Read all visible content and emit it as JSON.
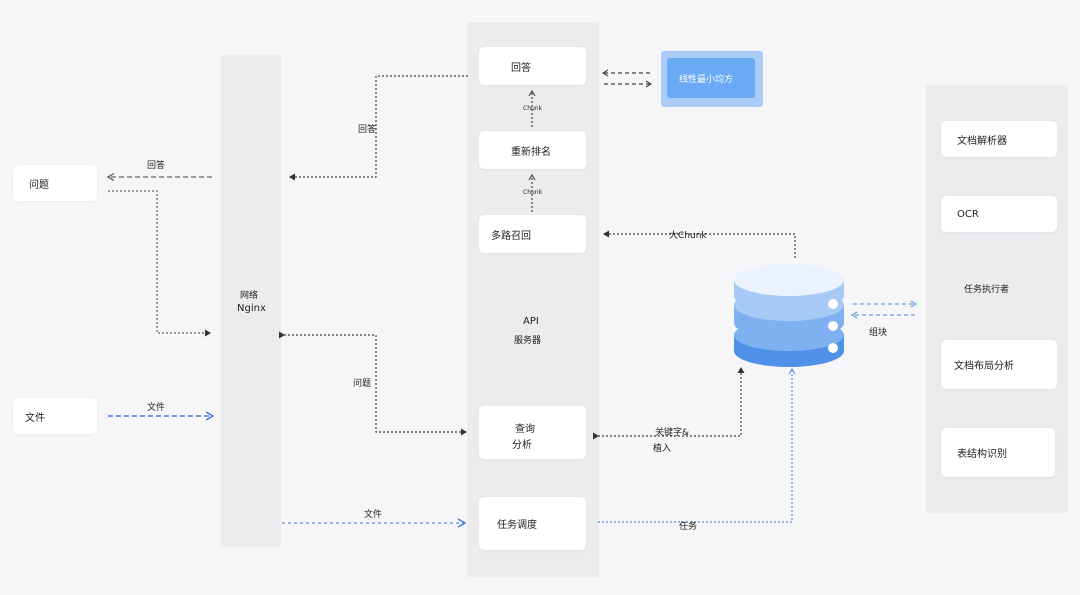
{
  "nodes": {
    "question": "问题",
    "file": "文件",
    "nginx_line1": "网络",
    "nginx_line2": "Nginx",
    "answer": "回答",
    "rerank": "重新排名",
    "multi_recall": "多路召回",
    "api_line1": "API",
    "api_line2": "服务器",
    "query_line1": "查询",
    "query_line2": "分析",
    "task_schedule": "任务调度",
    "lls": "线性最小均方",
    "doc_parser": "文档解析器",
    "ocr": "OCR",
    "task_executor": "任务执行者",
    "layout": "文档布局分析",
    "table": "表结构识别"
  },
  "edges": {
    "answer_left": "回答",
    "answer_nginx": "回答",
    "file_left": "文件",
    "question_nginx": "问题",
    "file_bottom": "文件",
    "chunk_top": "Chunk",
    "chunk_mid": "Chunk",
    "big_chunk": "大Chunk",
    "keyword_line1": "关键字&",
    "keyword_line2": "植入",
    "task": "任务",
    "chunking": "组块"
  },
  "colors": {
    "background": "#f6f6f8",
    "panel": "#ececef",
    "accent_blue": "#3b7be0",
    "lls_box": "#6aaaf5",
    "db_top": "#e6f0fc",
    "db_mid": "#9dc3f3",
    "db_bottom": "#4f90e8"
  },
  "icons": {
    "database": "database-icon"
  }
}
